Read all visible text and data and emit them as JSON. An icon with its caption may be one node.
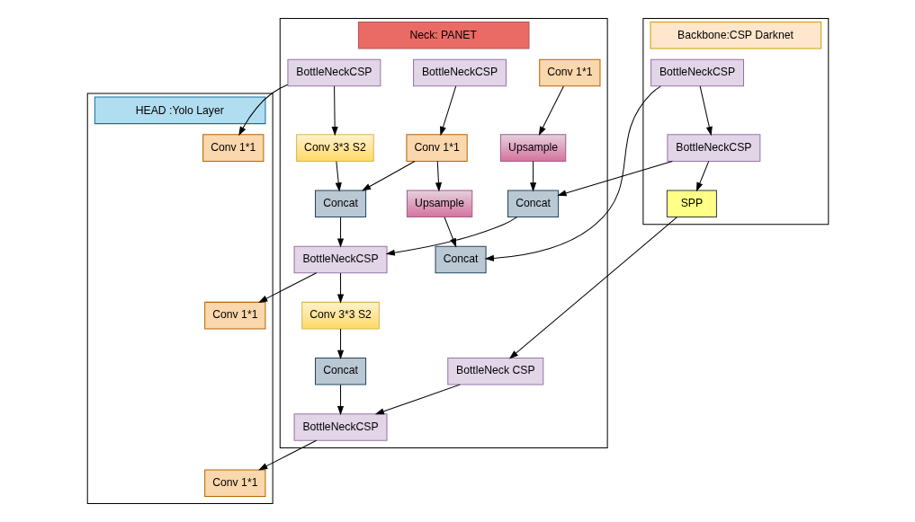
{
  "diagram": {
    "nodes": [
      {
        "text": [
          "Backbone:CSP Darknet"
        ]
      },
      {
        "text": [
          "BottleNeckCSP"
        ],
        "in": 0
      },
      {
        "text": [
          "BottleNeckCSP"
        ],
        "in": 0
      },
      {
        "text": [
          "SPP"
        ],
        "in": 0
      },
      {
        "text": [
          "Neck: PANET"
        ]
      },
      {
        "text": [
          "Concat"
        ],
        "in": 4
      },
      {
        "text": [
          "Upsample"
        ],
        "in": 4
      },
      {
        "text": [
          "Conv 1*1"
        ],
        "in": 4
      },
      {
        "text": [
          "BottleNeckCSP"
        ],
        "in": 4
      },
      {
        "text": [
          "Concat"
        ],
        "in": 4
      },
      {
        "text": [
          "Upsample"
        ],
        "in": 4
      },
      {
        "text": [
          "Conv 1*1"
        ],
        "in": 4
      },
      {
        "text": [
          "BottleNeck CSP"
        ],
        "in": 4
      },
      {
        "text": [
          "BottleNeckCSP"
        ],
        "in": 4
      },
      {
        "text": [
          "Conv 3*3 S2"
        ],
        "in": 4
      },
      {
        "text": [
          "Concat"
        ],
        "in": 4
      },
      {
        "text": [
          "BottleNeckCSP"
        ],
        "in": 4
      },
      {
        "text": [
          "Conv 3*3 S2"
        ],
        "in": 4
      },
      {
        "text": [
          "Concat"
        ],
        "in": 4
      },
      {
        "text": [
          "BottleNeckCSP"
        ],
        "in": 4
      },
      {
        "text": [
          "HEAD :Yolo Layer"
        ]
      },
      {
        "text": [
          "Conv 1*1"
        ],
        "in": 20
      },
      {
        "text": [
          "Conv 1*1"
        ],
        "in": 20
      },
      {
        "text": [
          "Conv 1*1"
        ],
        "in": 20
      }
    ],
    "edges": [
      {
        "from": 1,
        "to": 2,
        "arrow": "to"
      },
      {
        "from": 2,
        "to": 3,
        "arrow": "to"
      },
      {
        "from": 1,
        "to": 5,
        "arrow": "to"
      },
      {
        "from": 2,
        "to": 9,
        "arrow": "to"
      },
      {
        "from": 3,
        "to": 12,
        "arrow": "to"
      },
      {
        "from": 6,
        "to": 5,
        "arrow": "to"
      },
      {
        "from": 7,
        "to": 6,
        "arrow": "to"
      },
      {
        "from": 8,
        "to": 7,
        "arrow": "to"
      },
      {
        "from": 7,
        "to": 15,
        "arrow": "to"
      },
      {
        "from": 10,
        "to": 9,
        "arrow": "to"
      },
      {
        "from": 11,
        "to": 10,
        "arrow": "to"
      },
      {
        "from": 13,
        "to": 14,
        "arrow": "to"
      },
      {
        "from": 14,
        "to": 15,
        "arrow": "to"
      },
      {
        "from": 15,
        "to": 16,
        "arrow": "to"
      },
      {
        "from": 9,
        "to": 16,
        "arrow": "to"
      },
      {
        "from": 16,
        "to": 17,
        "arrow": "to"
      },
      {
        "from": 17,
        "to": 18,
        "arrow": "to"
      },
      {
        "from": 18,
        "to": 19,
        "arrow": "to"
      },
      {
        "from": 12,
        "to": 19,
        "arrow": "to"
      },
      {
        "from": 13,
        "to": 21,
        "arrow": "to"
      },
      {
        "from": 16,
        "to": 22,
        "arrow": "to"
      },
      {
        "from": 19,
        "to": 23,
        "arrow": "to"
      }
    ]
  }
}
